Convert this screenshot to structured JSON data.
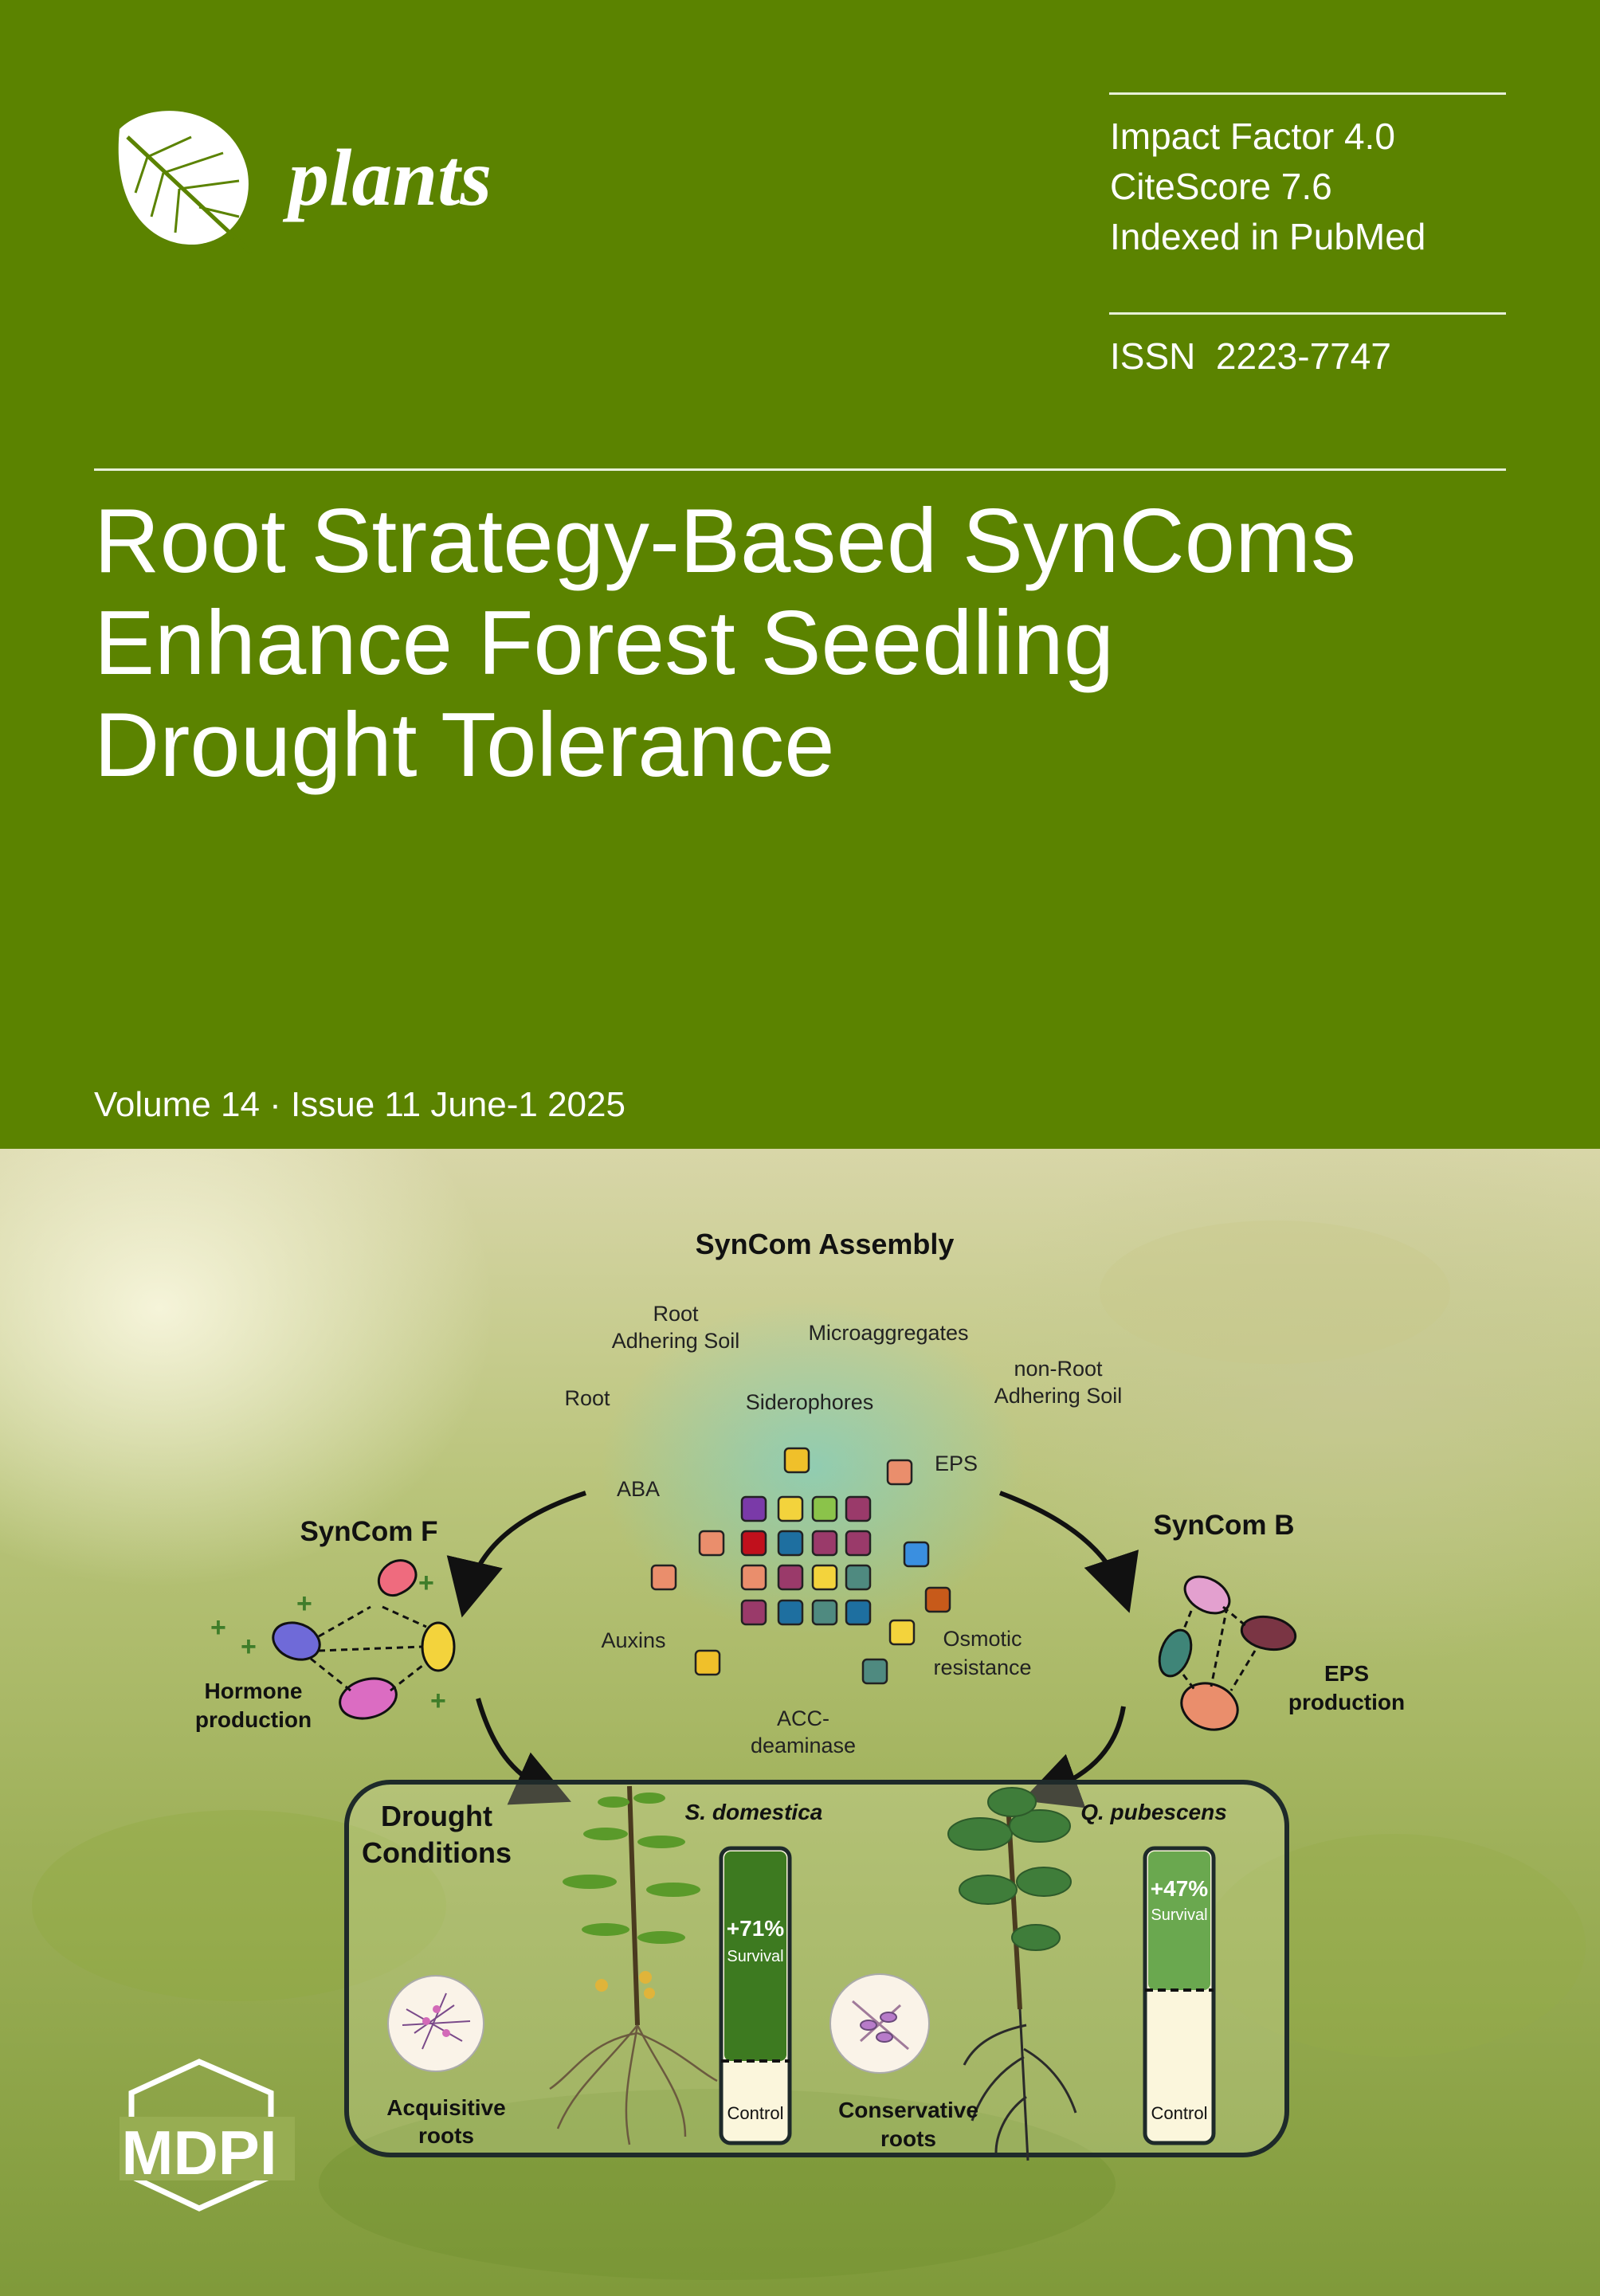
{
  "journal": {
    "name": "plants",
    "publisher": "MDPI"
  },
  "metrics": {
    "impact_factor": "Impact Factor 4.0",
    "citescore": "CiteScore 7.6",
    "indexed": "Indexed in PubMed",
    "issn": "ISSN  2223-7747"
  },
  "article": {
    "title_lines": [
      "Root Strategy-Based SynComs",
      "Enhance Forest Seedling",
      "Drought Tolerance"
    ]
  },
  "issue": {
    "text": "Volume 14 · Issue 11 June-1 2025"
  },
  "figure": {
    "assembly_title": "SynCom Assembly",
    "labels": {
      "root_adhering_1": "Root",
      "root_adhering_2": "Adhering Soil",
      "microaggregates": "Microaggregates",
      "non_root_1": "non-Root",
      "non_root_2": "Adhering Soil",
      "root": "Root",
      "siderophores": "Siderophores",
      "eps": "EPS",
      "aba": "ABA",
      "auxins": "Auxins",
      "osmotic_1": "Osmotic",
      "osmotic_2": "resistance",
      "acc_1": "ACC-",
      "acc_2": "deaminase"
    },
    "syncom_f": {
      "title": "SynCom F",
      "label_1": "Hormone",
      "label_2": "production"
    },
    "syncom_b": {
      "title": "SynCom B",
      "label_1": "EPS",
      "label_2": "production"
    },
    "drought": {
      "title_1": "Drought",
      "title_2": "Conditions",
      "species_1": "S. domestica",
      "species_2": "Q. pubescens",
      "bar_1": {
        "value": "+71%",
        "label": "Survival",
        "control": "Control",
        "survival_fraction": 0.71
      },
      "bar_2": {
        "value": "+47%",
        "label": "Survival",
        "control": "Control",
        "survival_fraction": 0.47
      },
      "roots_1_line1": "Acquisitive",
      "roots_1_line2": "roots",
      "roots_2_line1": "Conservative",
      "roots_2_line2": "roots"
    }
  },
  "colors": {
    "header_green": "#5b8300",
    "bar_green": "#3d7a20",
    "bar_green_light": "#6aa84f",
    "control_fill": "#fbf6dc"
  }
}
